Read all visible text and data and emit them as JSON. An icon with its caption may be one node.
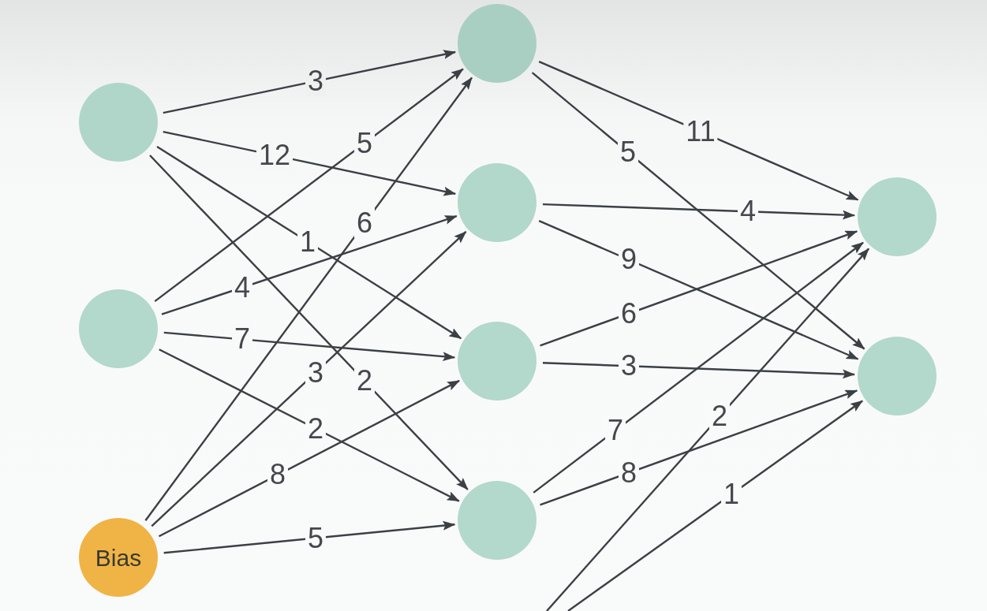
{
  "diagram": {
    "nodes": [
      {
        "text": [],
        "shape": "circle"
      },
      {
        "text": [],
        "shape": "circle"
      },
      {
        "text": [
          "Bias"
        ]
      },
      {
        "text": [],
        "shape": "circle"
      },
      {
        "text": [],
        "shape": "circle"
      },
      {
        "text": [],
        "shape": "circle"
      },
      {
        "text": [],
        "shape": "circle"
      },
      {
        "text": [],
        "shape": "circle"
      },
      {
        "text": [],
        "shape": "circle"
      }
    ],
    "edges": [
      {
        "from": 0,
        "to": 3,
        "arrow": "to",
        "label": "3"
      },
      {
        "from": 0,
        "to": 4,
        "arrow": "to",
        "label": "12"
      },
      {
        "from": 0,
        "to": 5,
        "arrow": "to",
        "label": "1"
      },
      {
        "from": 0,
        "to": 6,
        "arrow": "to",
        "label": "2"
      },
      {
        "from": 1,
        "to": 3,
        "arrow": "to",
        "label": "5"
      },
      {
        "from": 1,
        "to": 4,
        "arrow": "to",
        "label": "4"
      },
      {
        "from": 1,
        "to": 5,
        "arrow": "to",
        "label": "7"
      },
      {
        "from": 1,
        "to": 6,
        "arrow": "to",
        "label": "2"
      },
      {
        "from": 2,
        "to": 3,
        "arrow": "to",
        "label": "6"
      },
      {
        "from": 2,
        "to": 4,
        "arrow": "to",
        "label": "3"
      },
      {
        "from": 2,
        "to": 5,
        "arrow": "to",
        "label": "8"
      },
      {
        "from": 2,
        "to": 6,
        "arrow": "to",
        "label": "5"
      },
      {
        "from": 3,
        "to": 7,
        "arrow": "to",
        "label": "11"
      },
      {
        "from": 3,
        "to": 8,
        "arrow": "to",
        "label": "5"
      },
      {
        "from": 4,
        "to": 7,
        "arrow": "to",
        "label": "4"
      },
      {
        "from": 4,
        "to": 8,
        "arrow": "to",
        "label": "9"
      },
      {
        "from": 5,
        "to": 7,
        "arrow": "to",
        "label": "6"
      },
      {
        "from": 5,
        "to": 8,
        "arrow": "to",
        "label": "3"
      },
      {
        "from": 6,
        "to": 7,
        "arrow": "to",
        "label": "7"
      },
      {
        "from": 6,
        "to": 8,
        "arrow": "to",
        "label": "8"
      },
      {
        "from": null,
        "to": 7,
        "arrow": "to",
        "label": "2"
      },
      {
        "from": null,
        "to": 8,
        "arrow": "to",
        "label": "1"
      }
    ]
  }
}
